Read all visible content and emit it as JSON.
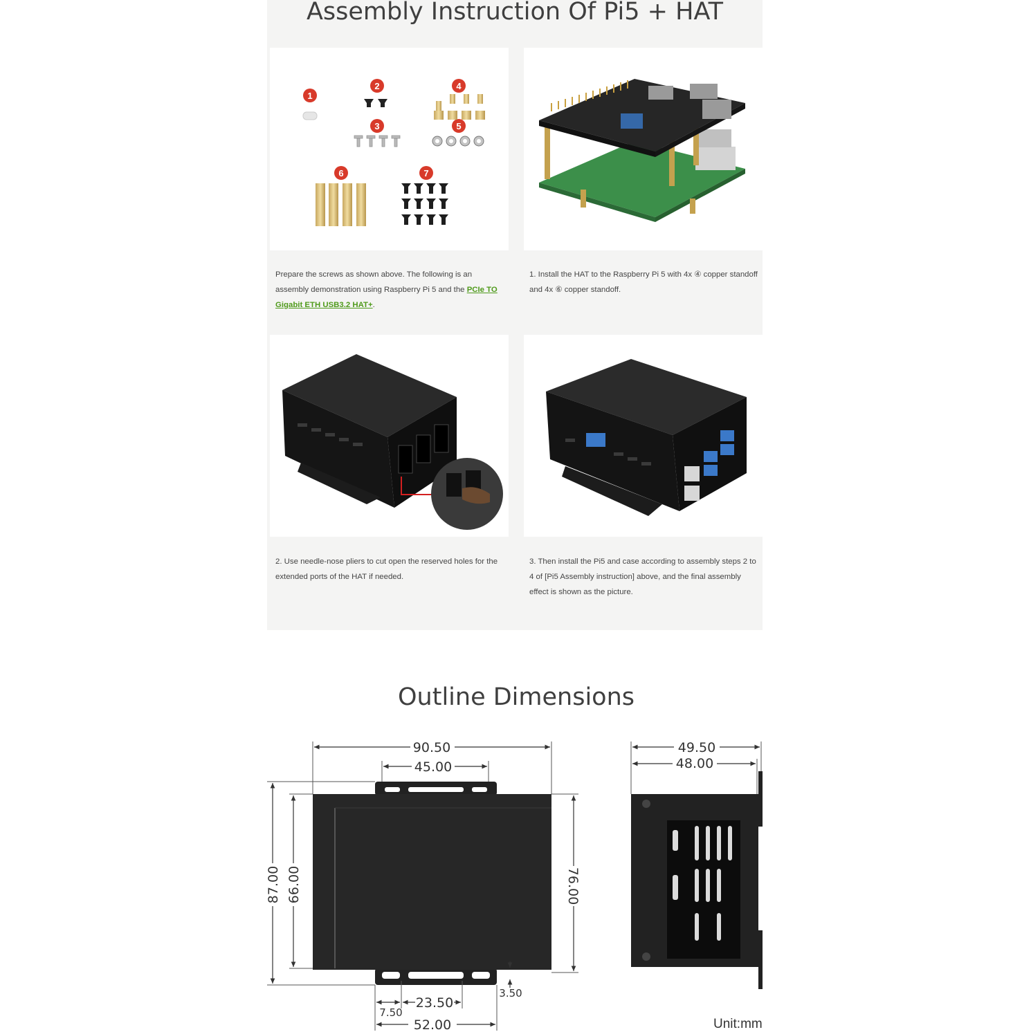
{
  "assembly": {
    "title": "Assembly Instruction Of Pi5 + HAT",
    "parts_markers": [
      "1",
      "2",
      "3",
      "4",
      "5",
      "6",
      "7"
    ],
    "captions": {
      "prepare_pre": "Prepare the screws as shown above. The following is an assembly demonstration using Raspberry Pi 5 and the ",
      "prepare_link": "PCIe TO Gigabit ETH USB3.2 HAT+",
      "prepare_post": ".",
      "step1": "1. Install the HAT to the Raspberry Pi 5 with 4x ④ copper standoff and 4x ⑥ copper standoff.",
      "step2": "2. Use needle-nose pliers to cut open the reserved holes for the extended ports of the HAT if needed.",
      "step3": "3. Then install the Pi5 and case according to assembly steps 2 to 4 of [Pi5 Assembly instruction] above, and the final assembly effect is shown as the picture."
    }
  },
  "outline": {
    "title": "Outline Dimensions",
    "dims": {
      "width_total": "90.50",
      "bracket_hole_spacing": "45.00",
      "height_total": "87.00",
      "height_inner": "66.00",
      "height_body": "76.00",
      "bracket_offset": "3.50",
      "slot_spacing": "23.50",
      "slot_offset": "7.50",
      "bracket_width": "52.00",
      "depth_total": "49.50",
      "depth_body": "48.00"
    },
    "unit": "Unit:mm"
  }
}
